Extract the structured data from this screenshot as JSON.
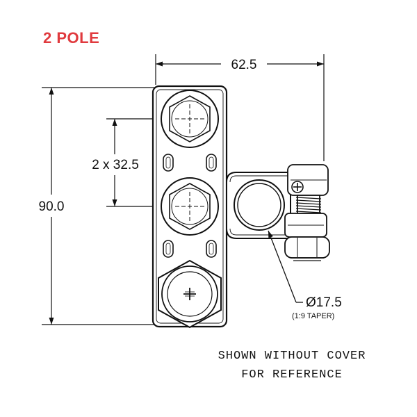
{
  "title": "2 POLE",
  "dimensions": {
    "width": "62.5",
    "height": "90.0",
    "pitch": "2 x 32.5",
    "diameter": "Ø17.5",
    "taper": "(1:9 TAPER)"
  },
  "note": {
    "line1": "SHOWN WITHOUT COVER",
    "line2": "FOR REFERENCE"
  },
  "colors": {
    "title": "#e03a3e",
    "line": "#111111"
  }
}
